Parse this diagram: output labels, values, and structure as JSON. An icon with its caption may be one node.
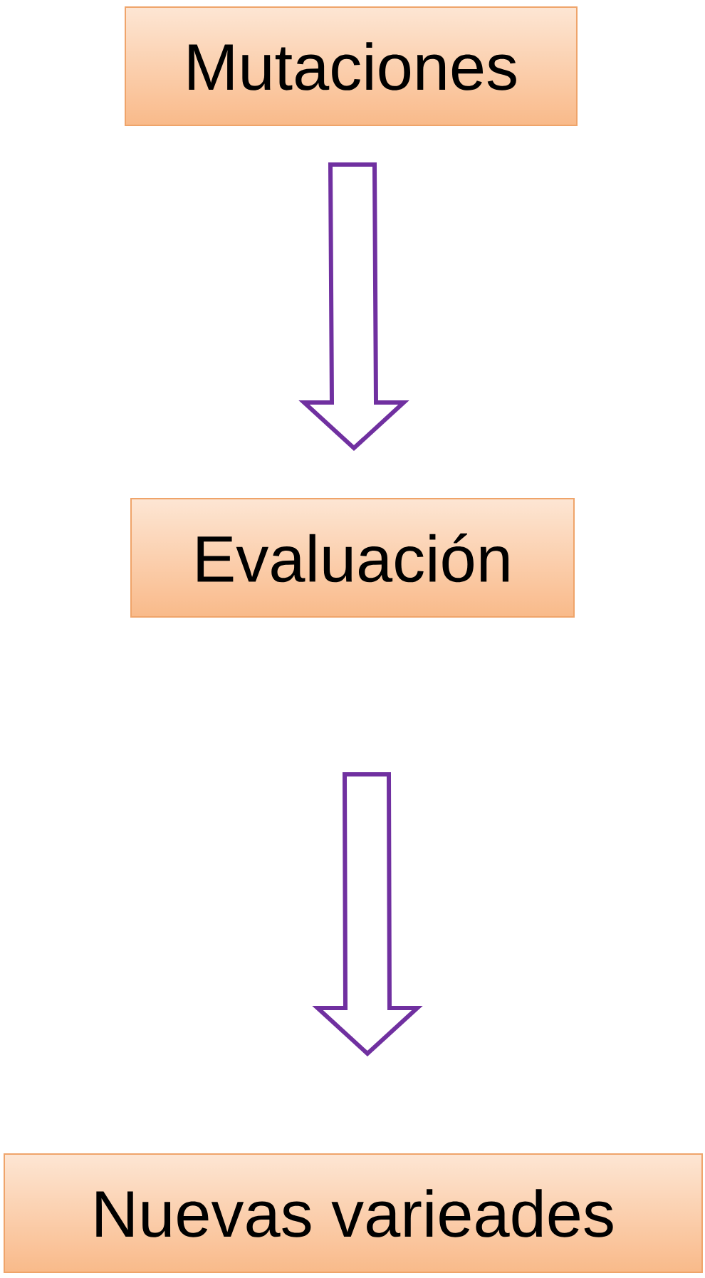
{
  "diagram": {
    "nodes": [
      {
        "text": [
          "Mutaciones"
        ]
      },
      {
        "text": [
          "Evaluación"
        ]
      },
      {
        "text": [
          "Nuevas varieades"
        ]
      }
    ],
    "edges": [
      {
        "from": 0,
        "to": 1,
        "arrow": "to"
      },
      {
        "from": 1,
        "to": 2,
        "arrow": "to"
      }
    ]
  }
}
